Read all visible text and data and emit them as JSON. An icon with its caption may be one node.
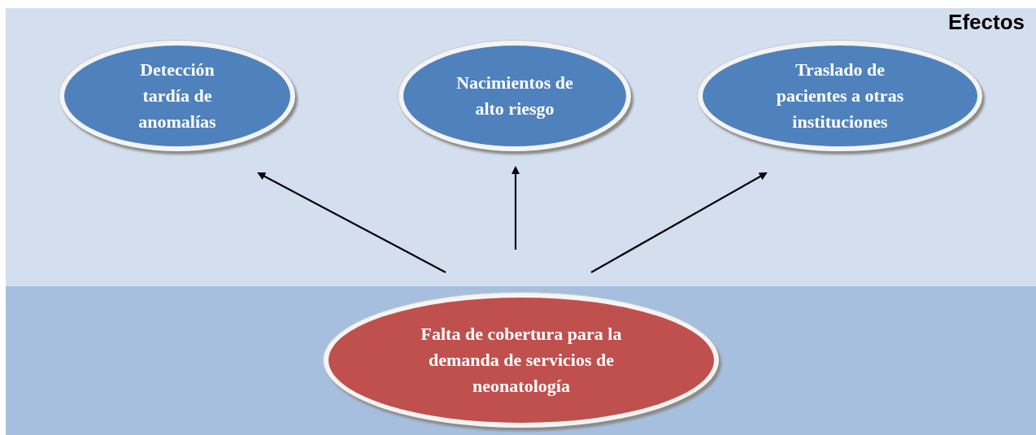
{
  "diagram": {
    "nodes": [
      {
        "text": [
          "Detección tardía de anomalías"
        ]
      },
      {
        "text": [
          "Nacimientos de alto riesgo"
        ]
      },
      {
        "text": [
          "Traslado de pacientes a otras instituciones"
        ]
      },
      {
        "text": [
          "Falta de cobertura para la demanda de servicios de neonatología"
        ]
      }
    ],
    "edges": [
      {
        "from": 3,
        "to": 0,
        "arrow": "to"
      },
      {
        "from": 3,
        "to": 1,
        "arrow": "to"
      },
      {
        "from": 3,
        "to": 2,
        "arrow": "to"
      }
    ],
    "labels": [
      "Efectos"
    ]
  }
}
